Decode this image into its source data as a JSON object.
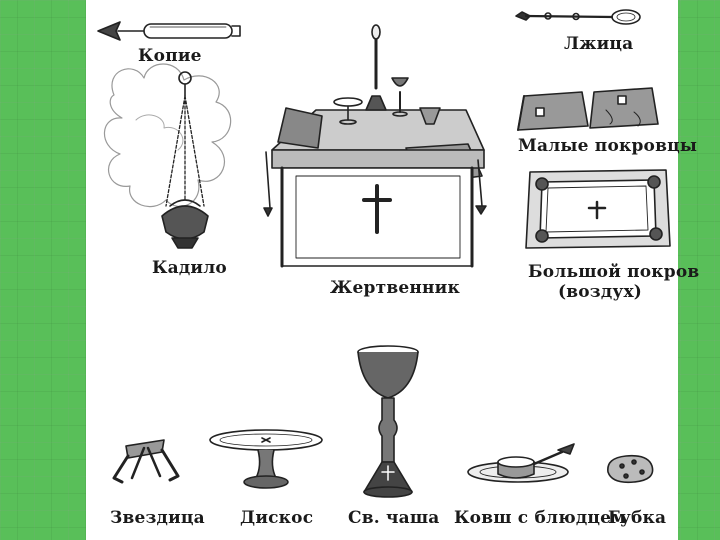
{
  "slide": {
    "background_color": "#5cc25c",
    "sheet_color": "#ffffff",
    "ink_color": "#1a1a1a"
  },
  "labels": {
    "kopie": "Копие",
    "lzhitsa": "Лжица",
    "kadilo": "Кадило",
    "zhertvennik": "Жертвенник",
    "malye_pokrovtsy": "Малые покровцы",
    "bolshoy_pokrov_line1": "Большой покров",
    "bolshoy_pokrov_line2": "(воздух)",
    "zvezditsa": "Звездица",
    "diskos": "Дискос",
    "sv_chasha": "Св. чаша",
    "kovsh": "Ковш с блюдцем",
    "gubka": "Губка"
  }
}
